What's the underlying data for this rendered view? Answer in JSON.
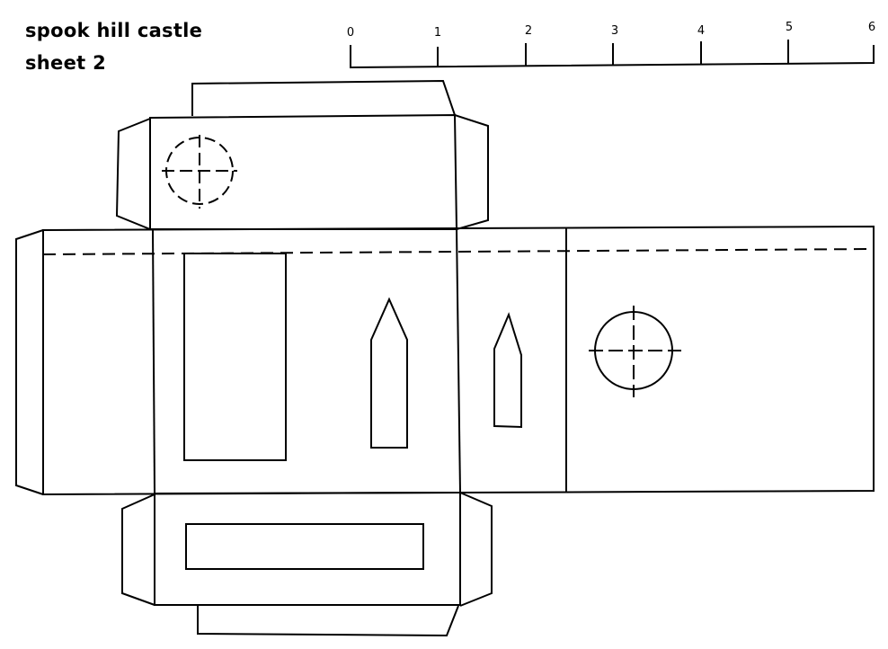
{
  "title": "spook hill castle",
  "subtitle": "sheet 2",
  "ruler": {
    "labels": [
      "0",
      "1",
      "2",
      "3",
      "4",
      "5",
      "6"
    ]
  }
}
